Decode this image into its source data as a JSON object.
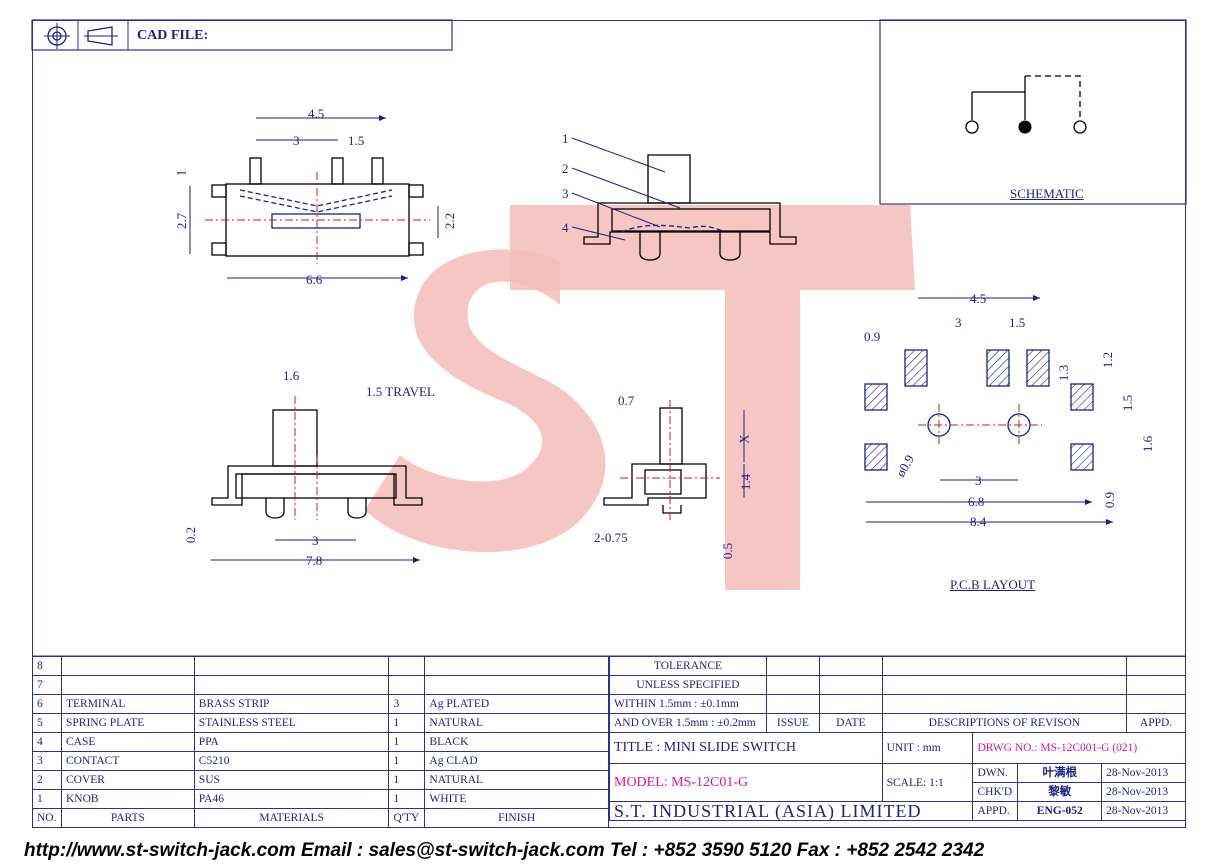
{
  "header": {
    "cad_label": "CAD FILE:"
  },
  "watermark": "ST",
  "schematic": {
    "title": "SCHEMATIC"
  },
  "pcb": {
    "title": "P.C.B LAYOUT",
    "dims": [
      "4.5",
      "3",
      "1.5",
      "0.9",
      "1.3",
      "1.2",
      "1.5",
      "1.6",
      "ø0.9",
      "3",
      "6.8",
      "8.4",
      "0.9"
    ]
  },
  "top_view": {
    "dims": [
      "4.5",
      "3",
      "1.5",
      "1",
      "2.7",
      "2.2",
      "6.6"
    ]
  },
  "side_view": {
    "labels": [
      "1",
      "2",
      "3",
      "4"
    ]
  },
  "front_view": {
    "dims": [
      "1.6",
      "1.5 TRAVEL",
      "0.2",
      "3",
      "7.8"
    ]
  },
  "end_view": {
    "dims": [
      "0.7",
      "X",
      "1.4",
      "2-0.75",
      "0.5"
    ]
  },
  "bom": {
    "rows": [
      {
        "no": "8",
        "part": "",
        "material": "",
        "qty": "",
        "finish": ""
      },
      {
        "no": "7",
        "part": "",
        "material": "",
        "qty": "",
        "finish": ""
      },
      {
        "no": "6",
        "part": "TERMINAL",
        "material": "BRASS STRIP",
        "qty": "3",
        "finish": "Ag PLATED"
      },
      {
        "no": "5",
        "part": "SPRING PLATE",
        "material": "STAINLESS STEEL",
        "qty": "1",
        "finish": "NATURAL"
      },
      {
        "no": "4",
        "part": "CASE",
        "material": "PPA",
        "qty": "1",
        "finish": "BLACK"
      },
      {
        "no": "3",
        "part": "CONTACT",
        "material": "C5210",
        "qty": "1",
        "finish": "Ag CLAD"
      },
      {
        "no": "2",
        "part": "COVER",
        "material": "SUS",
        "qty": "1",
        "finish": "NATURAL"
      },
      {
        "no": "1",
        "part": "KNOB",
        "material": "PA46",
        "qty": "1",
        "finish": "WHITE"
      }
    ],
    "header": {
      "no": "NO.",
      "part": "PARTS",
      "material": "MATERIALS",
      "qty": "Q'TY",
      "finish": "FINISH"
    }
  },
  "tolerance": {
    "line1": "TOLERANCE",
    "line2": "UNLESS   SPECIFIED",
    "line3": "WITHIN  1.5mm  : ±0.1mm",
    "line4": "AND OVER 1.5mm  : ±0.2mm"
  },
  "revision": {
    "issue": "ISSUE",
    "date": "DATE",
    "desc": "DESCRIPTIONS  OF  REVISON",
    "appd": "APPD."
  },
  "title_block": {
    "title": "TITLE : MINI SLIDE SWITCH",
    "unit_label": "UNIT :   mm",
    "drwg_no": "DRWG NO.: MS-12C001-G (021)",
    "model": "MODEL: MS-12C01-G",
    "scale": "SCALE:  1:1",
    "company": "S.T.  INDUSTRIAL  (ASIA)  LIMITED",
    "dwn_label": "DWN.",
    "dwn_name": "叶满根",
    "dwn_date": "28-Nov-2013",
    "chk_label": "CHK'D",
    "chk_name": "黎敏",
    "chk_date": "28-Nov-2013",
    "appd_label": "APPD.",
    "appd_name": "ENG-052",
    "appd_date": "28-Nov-2013"
  },
  "footer": "http://www.st-switch-jack.com  Email : sales@st-switch-jack.com  Tel : +852 3590 5120  Fax : +852 2542 2342",
  "colors": {
    "ink": "#1a1f8a",
    "magenta": "#e0139a",
    "watermark": "#f0b4b0",
    "centerline": "#d01818"
  }
}
